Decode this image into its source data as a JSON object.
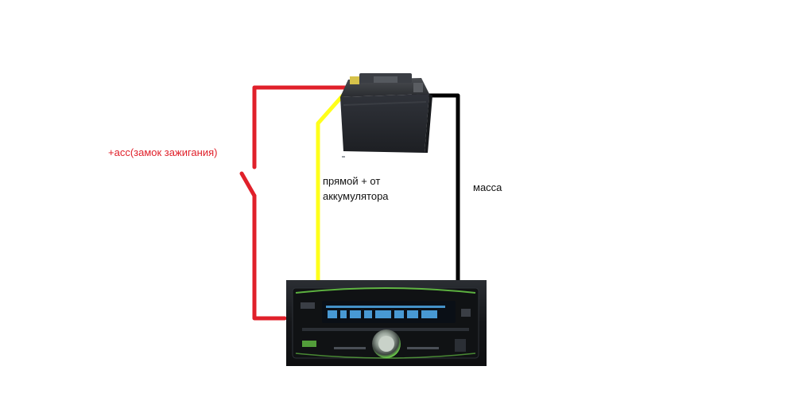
{
  "labels": {
    "acc": "+acc(замок зажигания)",
    "direct_line1": "прямой + от",
    "direct_line2": "аккумулятора",
    "ground": "масса"
  },
  "colors": {
    "acc_wire": "#e0202a",
    "direct_wire": "#ffff1a",
    "ground_wire": "#000000",
    "acc_text": "#e0202a",
    "battery_body": "#2a2c30",
    "radio_body": "#16181b",
    "radio_display": "#4fa8e8",
    "radio_accent": "#6fd84a"
  },
  "icons": {
    "battery": "car-battery-icon",
    "head_unit": "car-radio-head-unit-icon"
  }
}
